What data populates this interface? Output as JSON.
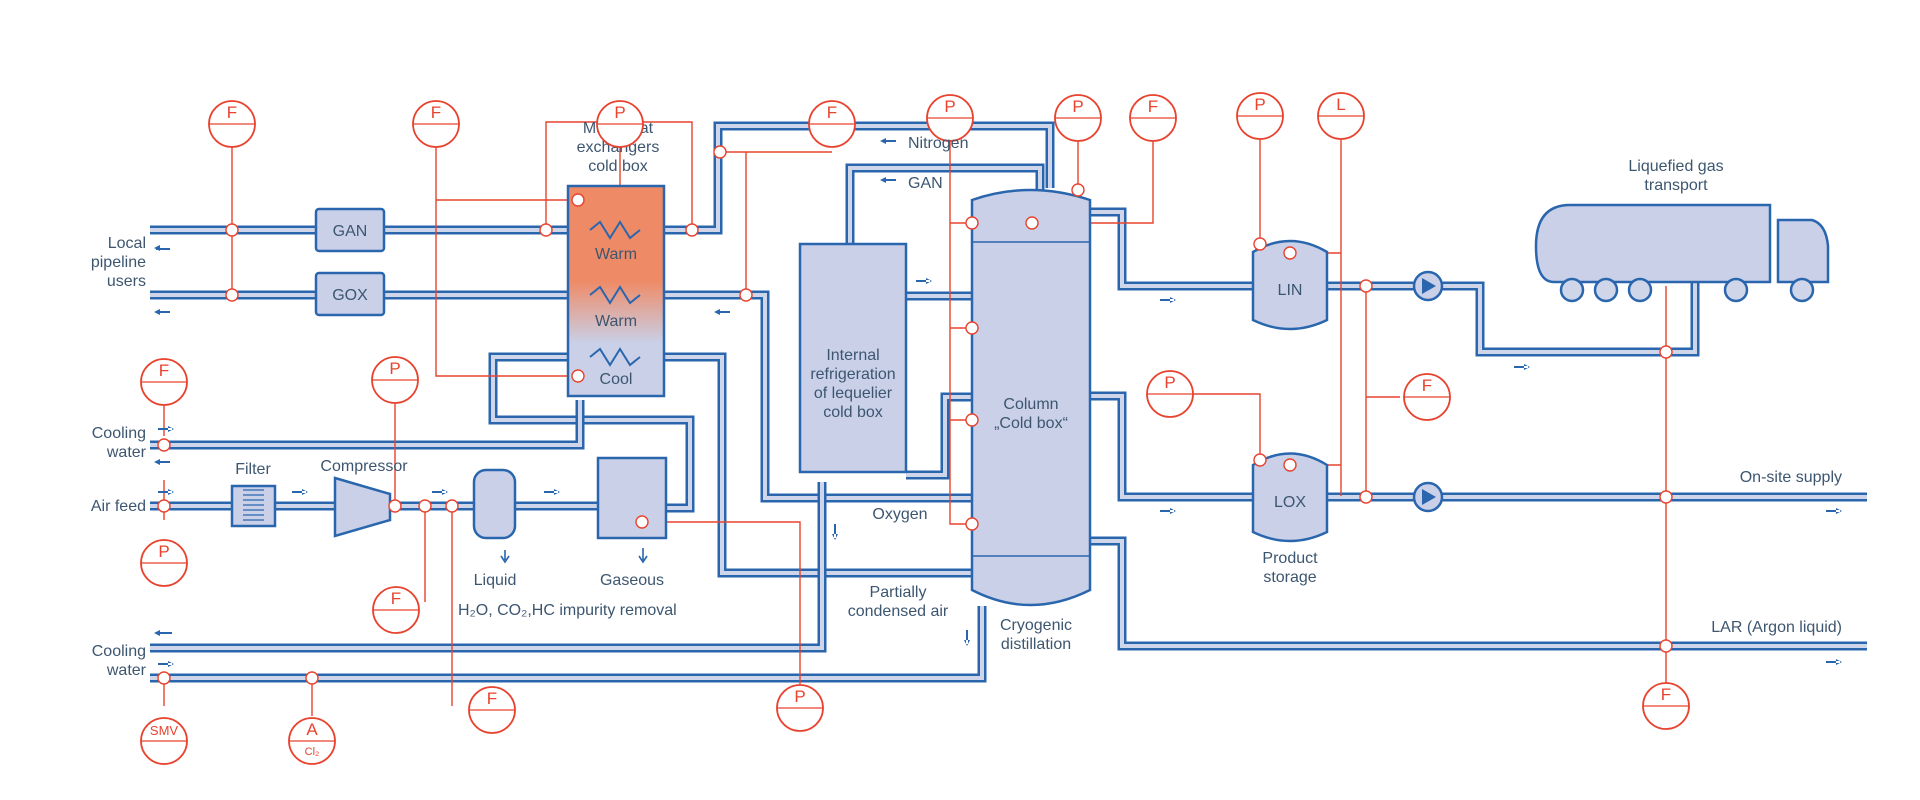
{
  "colors": {
    "pipe": "#2a66ae",
    "pipe_fill": "#cfd6ea",
    "vessel": "#c9d0e8",
    "instrument": "#e8432e",
    "hot": "#ef8a66",
    "text": "#3d5670"
  },
  "labels": {
    "local_pipeline": [
      "Local",
      "pipeline",
      "users"
    ],
    "cooling_water_top": [
      "Cooling",
      "water"
    ],
    "air_feed": "Air feed",
    "cooling_water_bottom": [
      "Cooling",
      "water"
    ],
    "filter": "Filter",
    "compressor": "Compressor",
    "liquid": "Liquid",
    "gaseous": "Gaseous",
    "impurity_removal": "H₂O, CO₂,HC impurity removal",
    "gan_box": "GAN",
    "gox_box": "GOX",
    "main_hx": [
      "Main heat",
      "exchangers",
      "cold box"
    ],
    "warm1": "Warm",
    "warm2": "Warm",
    "cool": "Cool",
    "nitrogen": "Nitrogen",
    "gan": "GAN",
    "internal_refrig": [
      "Internal",
      "refrigeration",
      "of lequelier",
      "cold box"
    ],
    "oxygen": "Oxygen",
    "partially_condensed": [
      "Partially",
      "condensed air"
    ],
    "column": [
      "Column",
      "„Cold box“"
    ],
    "cryogenic": [
      "Cryogenic",
      "distillation"
    ],
    "lin": "LIN",
    "lox": "LOX",
    "product_storage": [
      "Product",
      "storage"
    ],
    "liquefied_transport": [
      "Liquefied gas",
      "transport"
    ],
    "onsite_supply": "On-site supply",
    "lar": "LAR (Argon liquid)"
  },
  "instruments": {
    "f": "F",
    "p": "P",
    "l": "L",
    "smv": "SMV",
    "a": "A",
    "a_sub": "Cl₂"
  },
  "icons": [
    "pump-icon",
    "compressor-icon",
    "filter-icon",
    "heat-exchanger-coil-icon",
    "truck-icon",
    "flow-arrow-icon"
  ]
}
